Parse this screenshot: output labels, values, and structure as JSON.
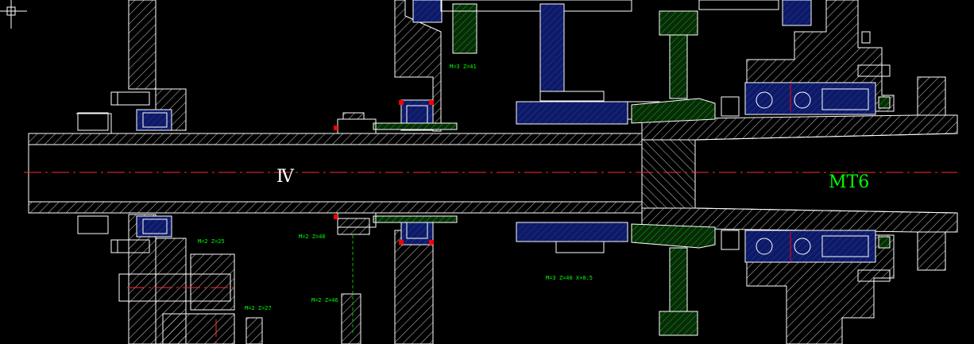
{
  "drawing": {
    "shaft_label": "Ⅳ",
    "spindle_label": "MT6",
    "gear_labels": [
      {
        "id": "g1",
        "text": "M=3 Z=41"
      },
      {
        "id": "g2",
        "text": "M=2 Z=25"
      },
      {
        "id": "g3",
        "text": "M=2 Z=46"
      },
      {
        "id": "g4",
        "text": "M=2 Z=27"
      },
      {
        "id": "g5",
        "text": "M=2 Z=46"
      },
      {
        "id": "g6",
        "text": "M=3 Z=40 X+0.5"
      }
    ]
  },
  "colors": {
    "background": "#000000",
    "lines": "#ffffff",
    "centerline": "#ff2a2a",
    "bearing_fill": "#1a237e",
    "gear_hatch": "#00c000",
    "text_green": "#00ff00"
  }
}
